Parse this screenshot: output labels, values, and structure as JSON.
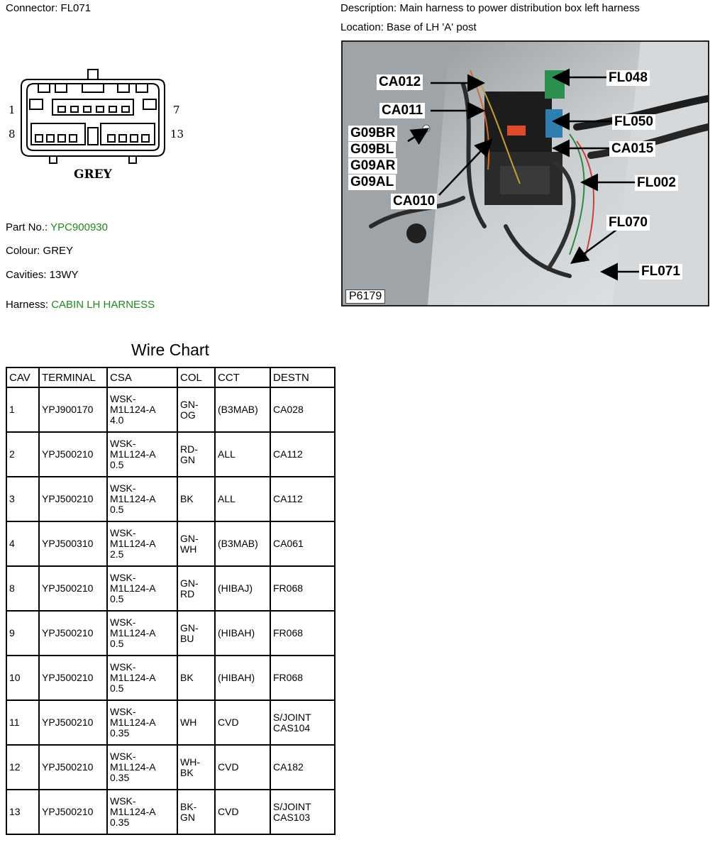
{
  "header": {
    "connector_label": "Connector: FL071",
    "description": "Description: Main harness to power distribution box left harness",
    "location": "Location: Base of LH 'A' post"
  },
  "connector": {
    "pin_labels": {
      "top_left": "1",
      "top_right": "7",
      "bottom_left": "8",
      "bottom_right": "13"
    },
    "colour_label": "GREY"
  },
  "info": {
    "part_no_label": "Part No.:",
    "part_no_value": "YPC900930",
    "colour": "Colour: GREY",
    "cavities": "Cavities: 13WY",
    "harness_label": "Harness:",
    "harness_value": "CABIN LH HARNESS"
  },
  "photo": {
    "id": "P6179",
    "callouts": {
      "ca012": "CA012",
      "ca011": "CA011",
      "g09br": "G09BR",
      "g09bl": "G09BL",
      "g09ar": "G09AR",
      "g09al": "G09AL",
      "ca010": "CA010",
      "fl048": "FL048",
      "fl050": "FL050",
      "ca015": "CA015",
      "fl002": "FL002",
      "fl070": "FL070",
      "fl071": "FL071"
    }
  },
  "wire_chart": {
    "title": "Wire Chart",
    "headers": [
      "CAV",
      "TERMINAL",
      "CSA",
      "COL",
      "CCT",
      "DESTN"
    ],
    "rows": [
      {
        "cav": "1",
        "terminal": "YPJ900170",
        "csa": [
          "WSK-",
          "M1L124-A",
          "4.0"
        ],
        "col": [
          "GN-",
          "OG"
        ],
        "cct": "(B3MAB)",
        "destn": [
          "CA028"
        ]
      },
      {
        "cav": "2",
        "terminal": "YPJ500210",
        "csa": [
          "WSK-",
          "M1L124-A",
          "0.5"
        ],
        "col": [
          "RD-",
          "GN"
        ],
        "cct": "ALL",
        "destn": [
          "CA112"
        ]
      },
      {
        "cav": "3",
        "terminal": "YPJ500210",
        "csa": [
          "WSK-",
          "M1L124-A",
          "0.5"
        ],
        "col": [
          "BK"
        ],
        "cct": "ALL",
        "destn": [
          "CA112"
        ]
      },
      {
        "cav": "4",
        "terminal": "YPJ500310",
        "csa": [
          "WSK-",
          "M1L124-A",
          "2.5"
        ],
        "col": [
          "GN-",
          "WH"
        ],
        "cct": "(B3MAB)",
        "destn": [
          "CA061"
        ]
      },
      {
        "cav": "8",
        "terminal": "YPJ500210",
        "csa": [
          "WSK-",
          "M1L124-A",
          "0.5"
        ],
        "col": [
          "GN-",
          "RD"
        ],
        "cct": "(HIBAJ)",
        "destn": [
          "FR068"
        ]
      },
      {
        "cav": "9",
        "terminal": "YPJ500210",
        "csa": [
          "WSK-",
          "M1L124-A",
          "0.5"
        ],
        "col": [
          "GN-",
          "BU"
        ],
        "cct": "(HIBAH)",
        "destn": [
          "FR068"
        ]
      },
      {
        "cav": "10",
        "terminal": "YPJ500210",
        "csa": [
          "WSK-",
          "M1L124-A",
          "0.5"
        ],
        "col": [
          "BK"
        ],
        "cct": "(HIBAH)",
        "destn": [
          "FR068"
        ]
      },
      {
        "cav": "11",
        "terminal": "YPJ500210",
        "csa": [
          "WSK-",
          "M1L124-A",
          "0.35"
        ],
        "col": [
          "WH"
        ],
        "cct": "CVD",
        "destn": [
          "S/JOINT",
          "CAS104"
        ]
      },
      {
        "cav": "12",
        "terminal": "YPJ500210",
        "csa": [
          "WSK-",
          "M1L124-A",
          "0.35"
        ],
        "col": [
          "WH-",
          "BK"
        ],
        "cct": "CVD",
        "destn": [
          "CA182"
        ]
      },
      {
        "cav": "13",
        "terminal": "YPJ500210",
        "csa": [
          "WSK-",
          "M1L124-A",
          "0.35"
        ],
        "col": [
          "BK-",
          "GN"
        ],
        "cct": "CVD",
        "destn": [
          "S/JOINT",
          "CAS103"
        ]
      }
    ]
  }
}
